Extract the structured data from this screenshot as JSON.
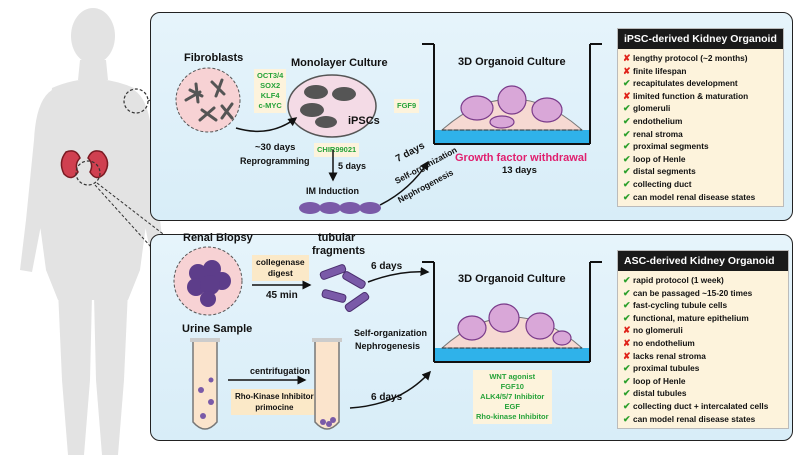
{
  "top": {
    "fibroblasts": "Fibroblasts",
    "factors": [
      "OCT3/4",
      "SOX2",
      "KLF4",
      "c-MYC"
    ],
    "monolayer": "Monolayer Culture",
    "ipscs": "iPSCs",
    "fgf9": "FGF9",
    "reprog_days": "~30 days",
    "reprog": "Reprogramming",
    "chir": "CHIR99021",
    "five_days": "5 days",
    "im_induction": "IM Induction",
    "seven_days": "7 days",
    "self_org": "Self-organization",
    "nephro": "Nephrogenesis",
    "culture": "3D Organoid Culture",
    "withdrawal": "Growth factor withdrawal",
    "thirteen_days": "13 days",
    "box_title": "iPSC-derived Kidney Organoid",
    "box_items": [
      {
        "mark": "cross",
        "text": "lengthy protocol (~2 months)"
      },
      {
        "mark": "cross",
        "text": "finite lifespan"
      },
      {
        "mark": "check",
        "text": "recapitulates development"
      },
      {
        "mark": "cross",
        "text": "limited function & maturation"
      },
      {
        "mark": "check",
        "text": "glomeruli"
      },
      {
        "mark": "check",
        "text": "endothelium"
      },
      {
        "mark": "check",
        "text": "renal stroma"
      },
      {
        "mark": "check",
        "text": "proximal segments"
      },
      {
        "mark": "check",
        "text": "loop of Henle"
      },
      {
        "mark": "check",
        "text": "distal segments"
      },
      {
        "mark": "check",
        "text": "collecting duct"
      },
      {
        "mark": "check",
        "text": "can model renal disease states"
      }
    ]
  },
  "bottom": {
    "biopsy": "Renal Biopsy",
    "tubular": "tubular",
    "fragments": "fragments",
    "collagenase": "collegenase",
    "digest": "digest",
    "forty_five": "45 min",
    "six_days_a": "6 days",
    "culture": "3D Organoid Culture",
    "urine": "Urine Sample",
    "centrifugation": "centrifugation",
    "rock": "Rho-Kinase Inhibitor",
    "primocine": "primocine",
    "six_days_b": "6 days",
    "self_org": "Self-organization",
    "nephro": "Nephrogenesis",
    "factors": [
      "WNT agonist",
      "FGF10",
      "ALK4/5/7 Inhibitor",
      "EGF",
      "Rho-kinase Inhibitor"
    ],
    "box_title": "ASC-derived Kidney Organoid",
    "box_items": [
      {
        "mark": "check",
        "text": "rapid protocol (1 week)"
      },
      {
        "mark": "check",
        "text": "can be passaged ~15-20 times"
      },
      {
        "mark": "check",
        "text": "fast-cycling tubule cells"
      },
      {
        "mark": "check",
        "text": "functional, mature epithelium"
      },
      {
        "mark": "cross",
        "text": "no glomeruli"
      },
      {
        "mark": "cross",
        "text": "no endothelium"
      },
      {
        "mark": "cross",
        "text": "lacks renal stroma"
      },
      {
        "mark": "check",
        "text": "proximal tubules"
      },
      {
        "mark": "check",
        "text": "loop of Henle"
      },
      {
        "mark": "check",
        "text": "distal tubules"
      },
      {
        "mark": "check",
        "text": "collecting duct + intercalated cells"
      },
      {
        "mark": "check",
        "text": "can model renal disease states"
      }
    ]
  }
}
